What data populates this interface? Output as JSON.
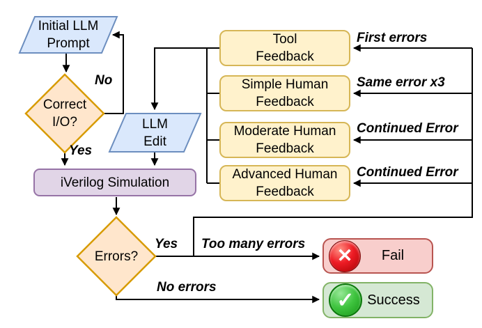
{
  "palette": {
    "blue_fill": "#dae8fc",
    "blue_border": "#6c8ebf",
    "orange_fill": "#ffe6cc",
    "orange_border": "#d79b00",
    "yellow_fill": "#fff2cc",
    "yellow_border": "#d6b656",
    "purple_fill": "#e1d5e7",
    "purple_border": "#9673a6",
    "red_fill": "#f8cecc",
    "red_border": "#b85450",
    "green_fill": "#d5e8d4",
    "green_border": "#82b366",
    "line_color": "#000000",
    "text_color": "#000000"
  },
  "nodes": {
    "initial_prompt": {
      "label": "Initial LLM\nPrompt"
    },
    "correct_io": {
      "label": "Correct\nI/O?"
    },
    "llm_edit": {
      "label": "LLM\nEdit"
    },
    "iverilog": {
      "label": "iVerilog Simulation"
    },
    "errors": {
      "label": "Errors?"
    },
    "tool_feedback": {
      "label": "Tool\nFeedback"
    },
    "simple_feedback": {
      "label": "Simple Human\nFeedback"
    },
    "moderate_feedback": {
      "label": "Moderate Human\nFeedback"
    },
    "advanced_feedback": {
      "label": "Advanced Human\nFeedback"
    },
    "fail": {
      "label": "Fail",
      "icon_glyph": "✕"
    },
    "success": {
      "label": "Success",
      "icon_glyph": "✓"
    }
  },
  "edge_labels": {
    "no": "No",
    "yes_correct": "Yes",
    "yes_errors": "Yes",
    "too_many_errors": "Too many errors",
    "no_errors": "No errors",
    "first_errors": "First errors",
    "same_error_x3": "Same error x3",
    "continued_error_1": "Continued Error",
    "continued_error_2": "Continued Error"
  }
}
